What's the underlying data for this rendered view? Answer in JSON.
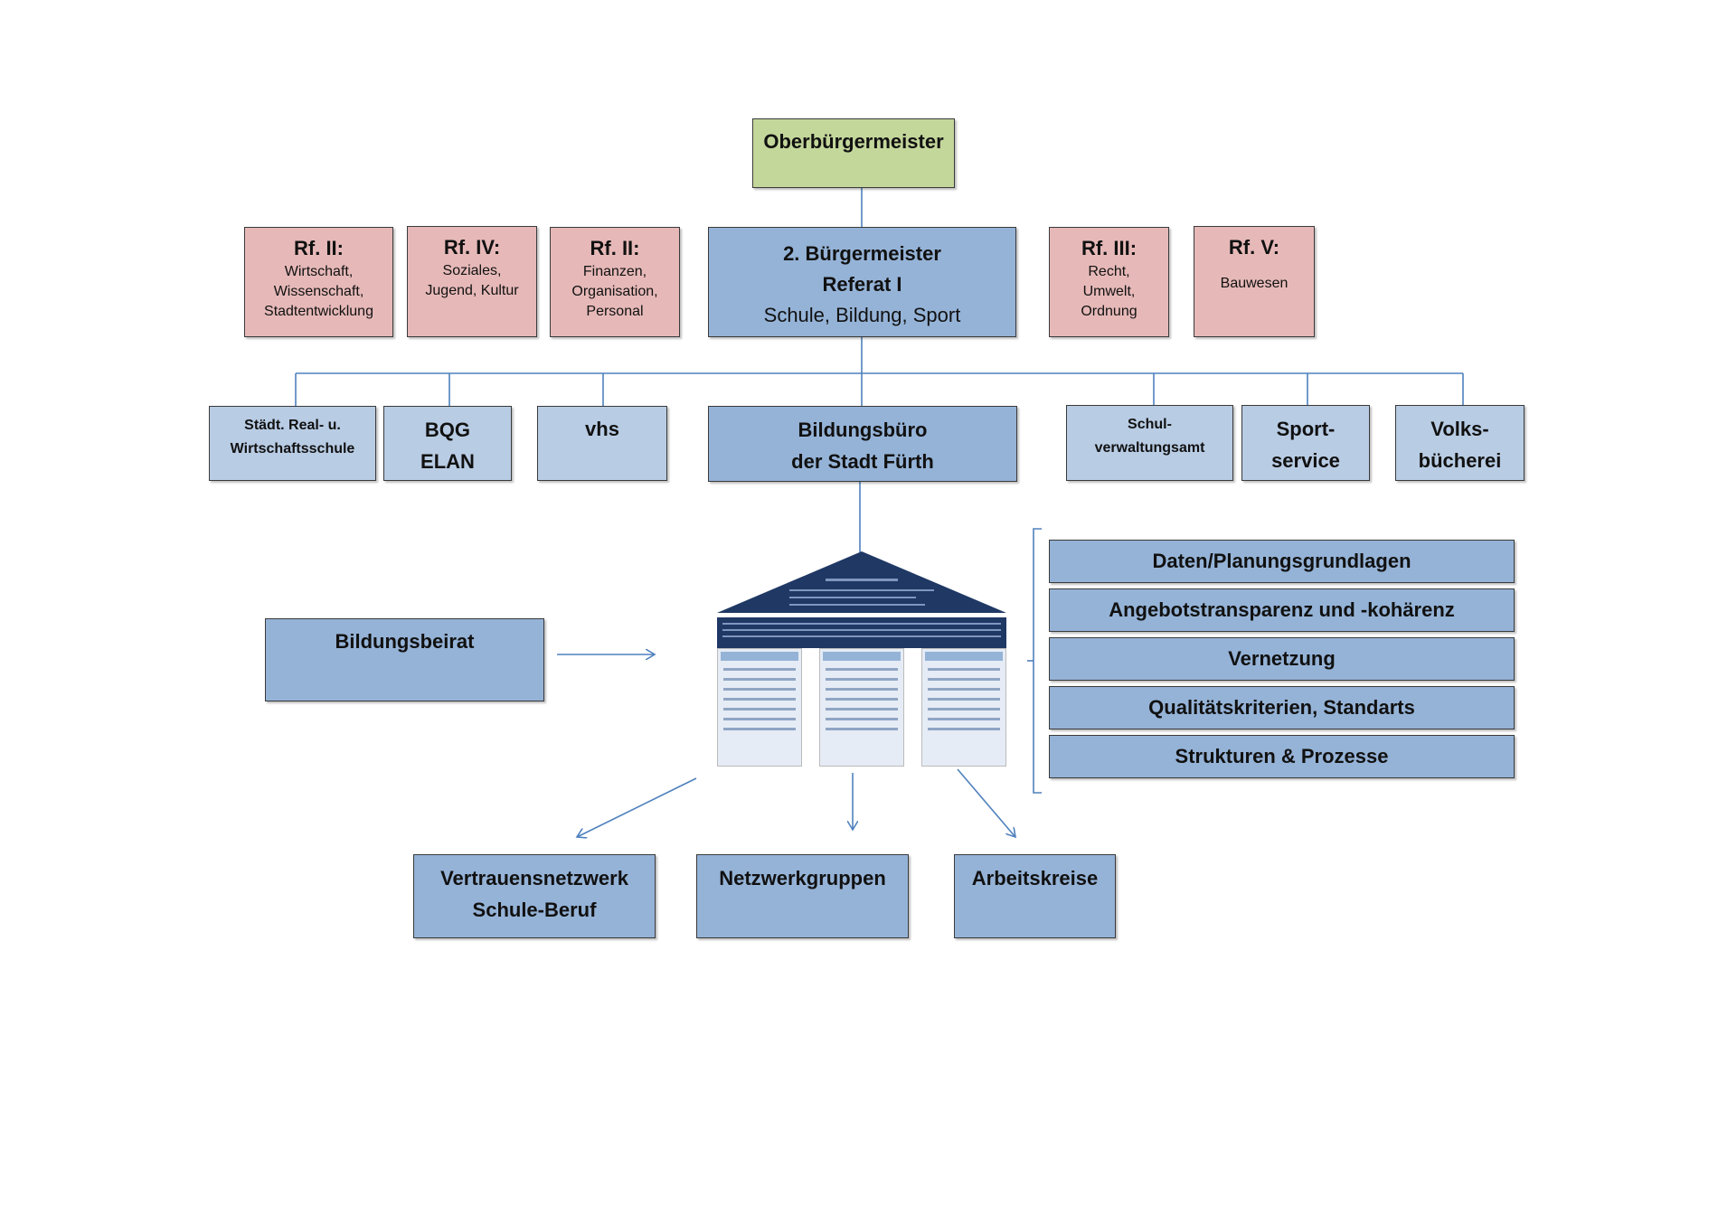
{
  "top": {
    "label": "Oberbürgermeister"
  },
  "referate": [
    {
      "title": "Rf. II:",
      "sub": "Wirtschaft,\nWissenschaft,\nStadtentwicklung"
    },
    {
      "title": "Rf. IV:",
      "sub": "Soziales,\nJugend, Kultur"
    },
    {
      "title": "Rf. II:",
      "sub": "Finanzen,\nOrganisation,\nPersonal"
    },
    {
      "title": "Rf. III:",
      "sub": "Recht,\nUmwelt,\nOrdnung"
    },
    {
      "title": "Rf. V:",
      "sub": "Bauwesen"
    }
  ],
  "main": {
    "line1": "2. Bürgermeister\nReferat I",
    "line2": "Schule, Bildung, Sport"
  },
  "units": [
    {
      "label": "Städt. Real- u.\nWirtschaftsschule"
    },
    {
      "label": "BQG\nELAN"
    },
    {
      "label": "vhs"
    },
    {
      "label": "Bildungsbüro\nder Stadt Fürth"
    },
    {
      "label": "Schul-\nverwaltungsamt"
    },
    {
      "label": "Sport-\nservice"
    },
    {
      "label": "Volks-\nbücherei"
    }
  ],
  "beirat": {
    "label": "Bildungsbeirat"
  },
  "tasks": [
    "Daten/Planungsgrundlagen",
    "Angebotstransparenz und -kohärenz",
    "Vernetzung",
    "Qualitätskriterien, Standarts",
    "Strukturen & Prozesse"
  ],
  "networks": [
    {
      "label": "Vertrauensnetzwerk\nSchule-Beruf"
    },
    {
      "label": "Netzwerkgruppen"
    },
    {
      "label": "Arbeitskreise"
    }
  ],
  "colors": {
    "top": "#c4d79b",
    "referat": "#e6b9b8",
    "main_blue": "#95b3d7",
    "light_blue": "#b8cce4",
    "roof": "#1f3864",
    "connector": "#4f81bd"
  }
}
